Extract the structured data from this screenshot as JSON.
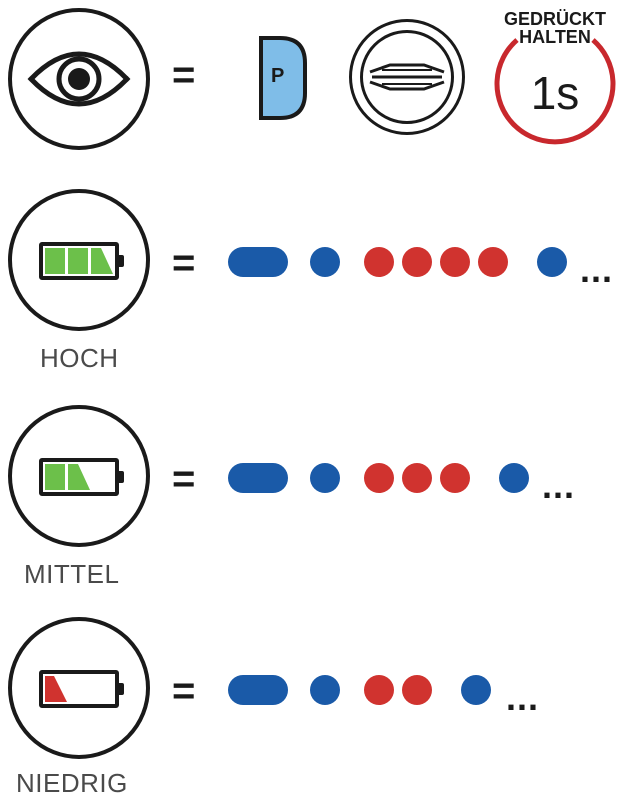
{
  "header_row": {
    "equals": "=",
    "p_button": {
      "label": "P",
      "color": "#7fbde8"
    },
    "hold_label": "GEDRÜCKT\nHALTEN",
    "hold_duration": "1s",
    "hold_ring_color": "#c8282d"
  },
  "colors": {
    "blue": "#1a5aa8",
    "red": "#d0332f",
    "green": "#6cc04a",
    "battery_red": "#d0332f"
  },
  "icons": [
    "eye-icon",
    "p-button-icon",
    "jog-dial-icon",
    "hold-timer-icon",
    "battery-icon"
  ],
  "rows": [
    {
      "label": "HOCH",
      "equals": "=",
      "ellipsis": "...",
      "battery_fill": 1.0,
      "pattern": [
        "long-blue",
        "blue",
        "red",
        "red",
        "red",
        "red",
        "blue"
      ]
    },
    {
      "label": "MITTEL",
      "equals": "=",
      "ellipsis": "...",
      "battery_fill": 0.66,
      "pattern": [
        "long-blue",
        "blue",
        "red",
        "red",
        "red",
        "blue"
      ]
    },
    {
      "label": "NIEDRIG",
      "equals": "=",
      "ellipsis": "...",
      "battery_fill": 0.2,
      "pattern": [
        "long-blue",
        "blue",
        "red",
        "red",
        "blue"
      ]
    }
  ]
}
